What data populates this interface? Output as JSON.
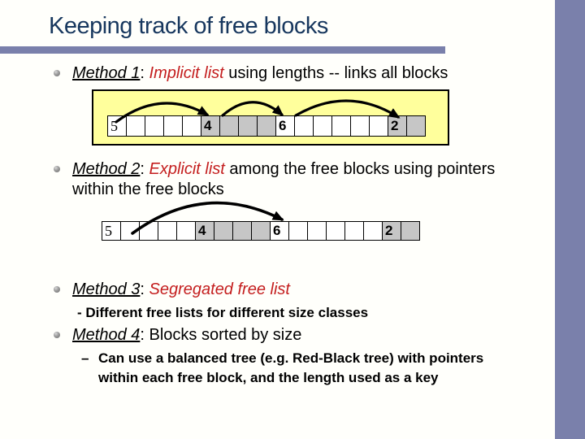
{
  "colors": {
    "accent": "#7a80ab",
    "title": "#17375e",
    "red": "#c41e1e",
    "cell-gray": "#c6c6c6",
    "box-yellow": "#ffff9c",
    "bg": "#fffffb"
  },
  "title": "Keeping track of free blocks",
  "methods": {
    "m1": {
      "label": "Method 1",
      "sep": ": ",
      "em": "Implicit list",
      "rest": " using lengths -- links all blocks"
    },
    "m2": {
      "label": "Method 2",
      "sep": ": ",
      "em": "Explicit list",
      "rest": " among the free blocks using pointers within the free blocks"
    },
    "m3": {
      "label": "Method 3",
      "sep": ": ",
      "em": "Segregated free list",
      "rest": ""
    },
    "m3_sub": "- Different free lists for different size classes",
    "m4": {
      "label": "Method 4",
      "sep": ": ",
      "em": "",
      "rest": "Blocks sorted by size"
    },
    "m4_sub_dash": "–",
    "m4_sub": "Can use a balanced tree (e.g. Red-Black tree) with pointers within each free block, and the length used as a key"
  },
  "diagram1": {
    "block_lengths": [
      5,
      4,
      6,
      2
    ],
    "cells": [
      "5",
      "",
      "",
      "",
      "",
      "4",
      "",
      "",
      "",
      "6",
      "",
      "",
      "",
      "",
      "",
      "2",
      ""
    ],
    "gray": [
      5,
      6,
      7,
      8,
      15,
      16
    ],
    "serif": [
      0
    ]
  },
  "diagram2": {
    "block_lengths": [
      5,
      4,
      6,
      2
    ],
    "cells": [
      "5",
      "",
      "",
      "",
      "",
      "4",
      "",
      "",
      "",
      "6",
      "",
      "",
      "",
      "",
      "",
      "2",
      ""
    ],
    "gray": [
      5,
      6,
      7,
      8,
      15,
      16
    ],
    "serif": [
      0
    ]
  }
}
